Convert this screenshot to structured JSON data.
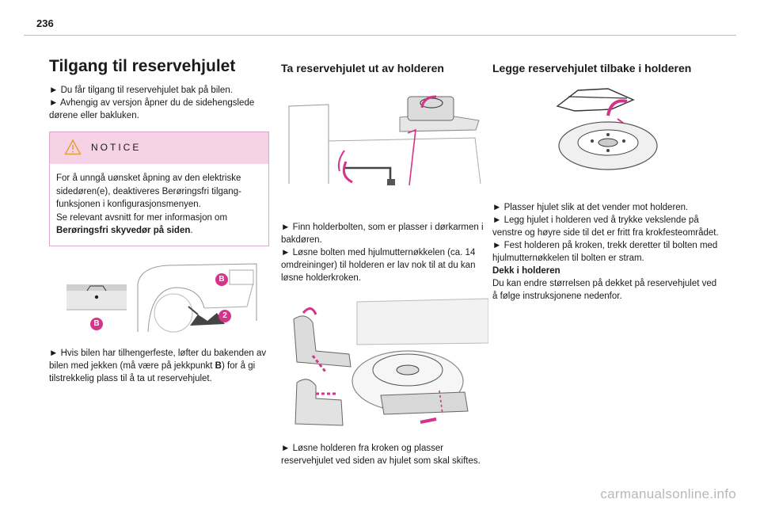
{
  "page": {
    "number": "236",
    "watermark": "carmanualsonline.info"
  },
  "col1": {
    "title": "Tilgang til reservehjulet",
    "intro_1": "► Du får tilgang til reservehjulet bak på bilen.",
    "intro_2": "► Avhengig av versjon åpner du de sidehengslede dørene eller bakluken.",
    "notice": {
      "title": "NOTICE",
      "text_1": "For å unngå uønsket åpning av den elektriske sidedøren(e), deaktiveres Berøringsfri tilgang-funksjonen i konfigurasjonsmenyen.",
      "text_2": "Se relevant avsnitt for mer informasjon om ",
      "text_bold": "Berøringsfri skyvedør på siden",
      "text_end": "."
    },
    "figure_labels": {
      "b_top": "B",
      "two": "2",
      "b_left": "B"
    },
    "step_1": "► Hvis bilen har tilhengerfeste, løfter du bakenden av bilen med jekken (må være på jekkpunkt ",
    "step_1_bold": "B",
    "step_1_end": ") for å gi tilstrekkelig plass til å ta ut reservehjulet."
  },
  "col2": {
    "title": "Ta reservehjulet ut av holderen",
    "text_1": "► Finn holderbolten, som er plasser i dørkarmen i bakdøren.",
    "text_2": "► Løsne bolten med hjulmutternøkkelen (ca. 14 omdreininger) til holderen er lav nok til at du kan løsne holderkroken.",
    "text_3": "► Løsne holderen fra kroken og plasser reservehjulet ved siden av hjulet som skal skiftes."
  },
  "col3": {
    "title": "Legge reservehjulet tilbake i holderen",
    "text_1": "► Plasser hjulet slik at det vender mot holderen.",
    "text_2": "► Legg hjulet i holderen ved å trykke vekslende på venstre og høyre side til det er fritt fra krokfesteområdet.",
    "text_3": "► Fest holderen på kroken, trekk deretter til bolten med hjulmutternøkkelen til bolten er stram.",
    "subhead": "Dekk i holderen",
    "text_4": "Du kan endre størrelsen på dekket på reservehjulet ved å følge instruksjonene nedenfor."
  },
  "colors": {
    "accent": "#d6338a",
    "notice_bg": "#f5d2e6",
    "rule": "#bfbfbf"
  }
}
